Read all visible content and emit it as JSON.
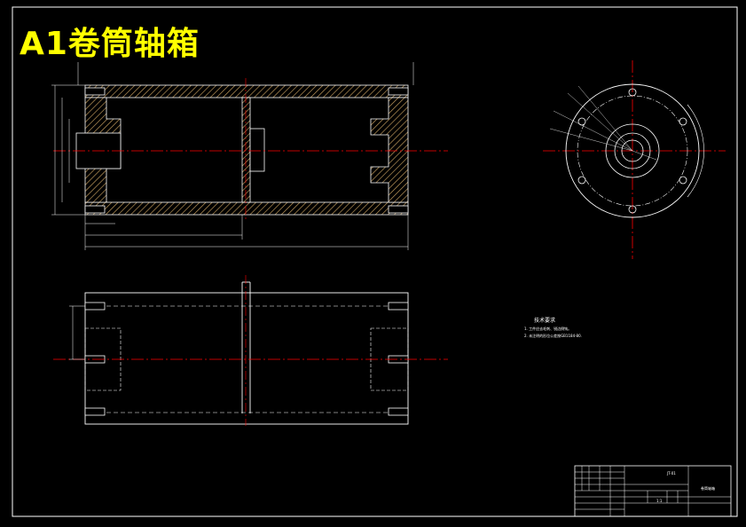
{
  "title": "A1卷筒轴箱",
  "colors": {
    "background": "#000000",
    "outline": "#ffffff",
    "centerline": "#ff0000",
    "title": "#ffff00",
    "hatch": "#c8a060"
  },
  "notes": {
    "heading": "技术要求",
    "lines": [
      "1. 工件应去毛刺、锐边倒钝。",
      "2. 未注明的形位公差按GB1184-80."
    ]
  },
  "title_block": {
    "scale": "1:1",
    "drawing_name": "卷筒轴箱",
    "code": "JT-01"
  }
}
